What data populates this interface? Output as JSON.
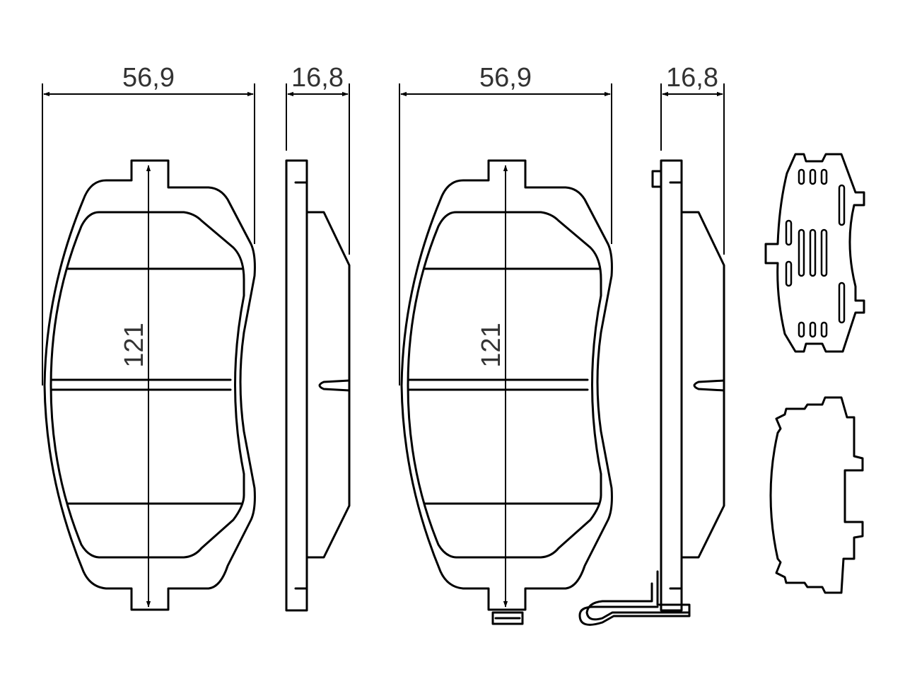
{
  "drawing": {
    "pad_width": "56,9",
    "pad_thickness": "16,8",
    "pad_height": "121"
  },
  "colors": {
    "line": "#000000",
    "text": "#333333",
    "background": "#ffffff"
  }
}
